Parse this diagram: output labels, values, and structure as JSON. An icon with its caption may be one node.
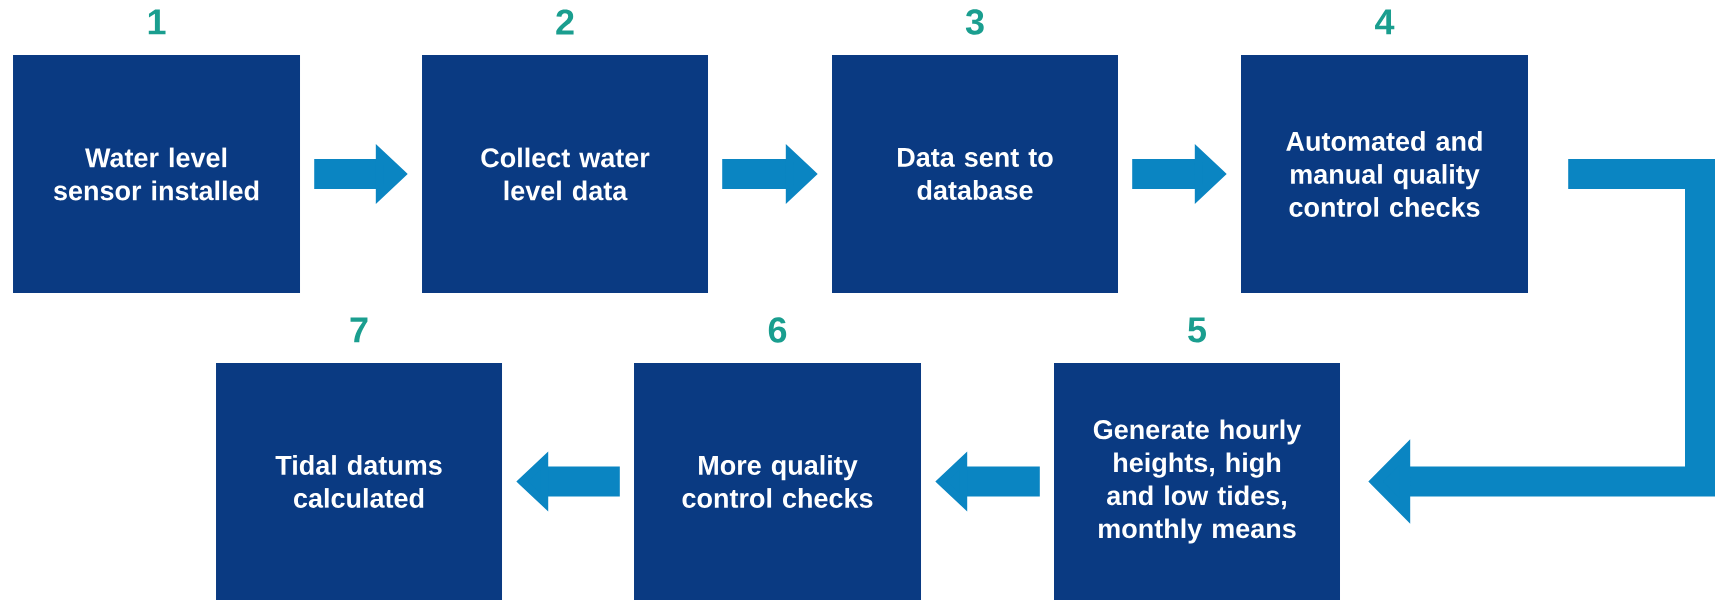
{
  "diagram": {
    "nodes": [
      {
        "text": [
          "Water level sensor installed"
        ],
        "beside": [
          "1"
        ]
      },
      {
        "text": [
          "Collect water level data"
        ],
        "beside": [
          "2"
        ]
      },
      {
        "text": [
          "Data sent to database"
        ],
        "beside": [
          "3"
        ]
      },
      {
        "text": [
          "Automated and manual quality control checks"
        ],
        "beside": [
          "4"
        ]
      },
      {
        "text": [
          "Generate hourly heights, high and low tides, monthly means"
        ],
        "beside": [
          "5"
        ]
      },
      {
        "text": [
          "More quality control checks"
        ],
        "beside": [
          "6"
        ]
      },
      {
        "text": [
          "Tidal datums calculated"
        ],
        "beside": [
          "7"
        ]
      }
    ],
    "edges": [
      {
        "from": 0,
        "to": 1,
        "arrow": "to"
      },
      {
        "from": 1,
        "to": 2,
        "arrow": "to"
      },
      {
        "from": 2,
        "to": 3,
        "arrow": "to"
      },
      {
        "from": 3,
        "to": 4,
        "arrow": "to"
      },
      {
        "from": 4,
        "to": 5,
        "arrow": "to"
      },
      {
        "from": 5,
        "to": 6,
        "arrow": "to"
      }
    ]
  }
}
